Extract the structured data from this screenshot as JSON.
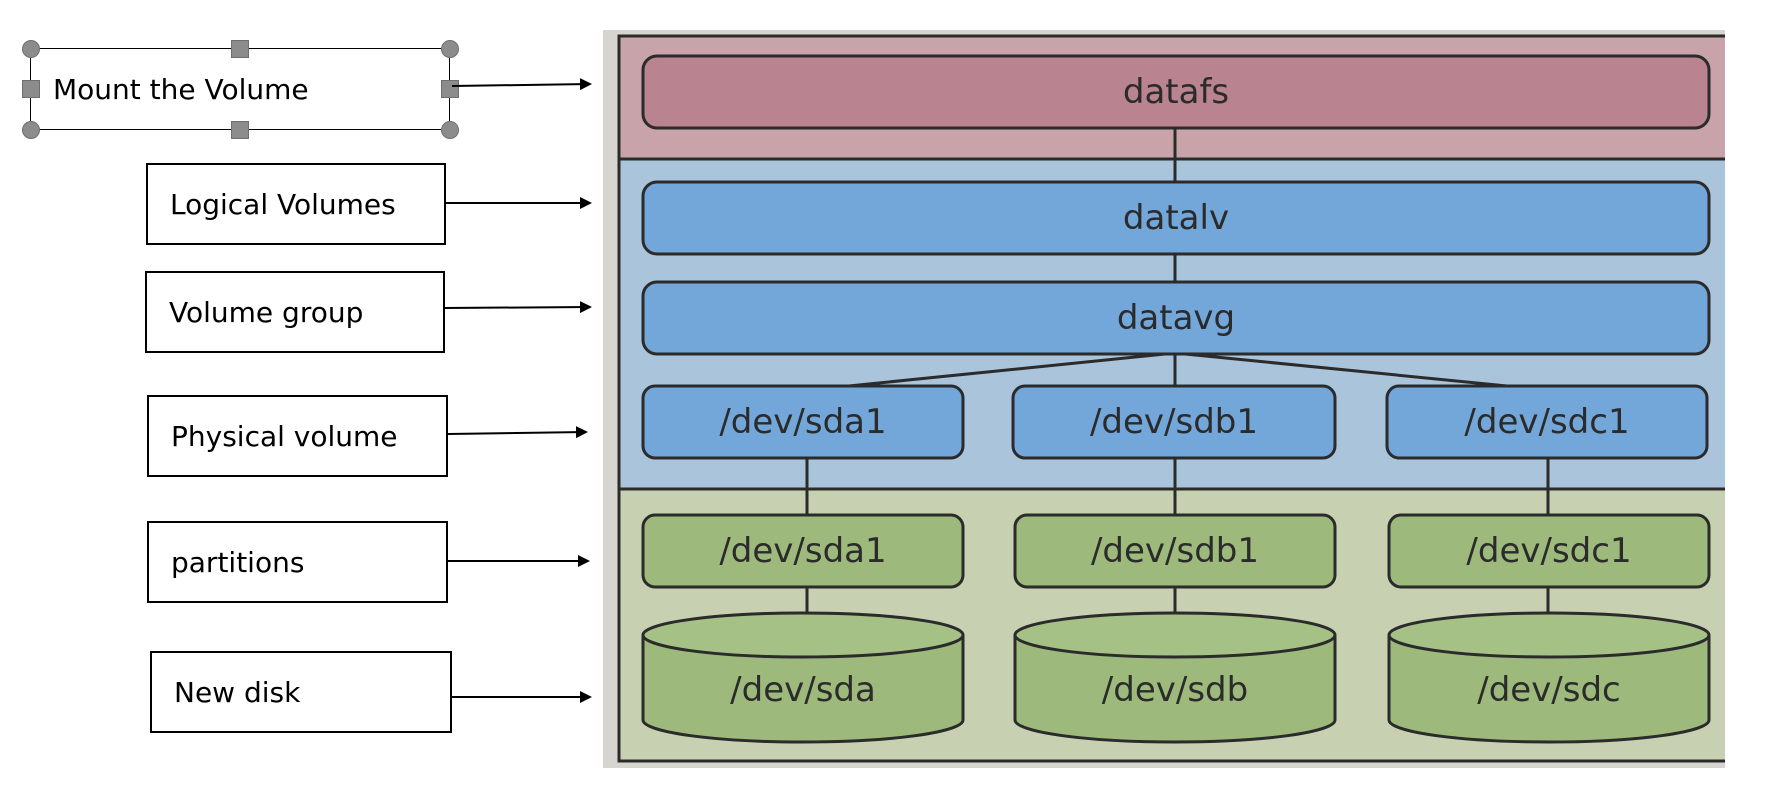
{
  "labels": {
    "mount": "Mount the Volume",
    "logical": "Logical Volumes",
    "volume_group": "Volume group",
    "physical": "Physical volume",
    "partitions": "partitions",
    "new_disk": "New disk"
  },
  "layers": {
    "filesystem": "datafs",
    "logical_volume": "datalv",
    "volume_group": "datavg",
    "physical_volumes": [
      "/dev/sda1",
      "/dev/sdb1",
      "/dev/sdc1"
    ],
    "partitions": [
      "/dev/sda1",
      "/dev/sdb1",
      "/dev/sdc1"
    ],
    "disks": [
      "/dev/sda",
      "/dev/sdb",
      "/dev/sdc"
    ]
  },
  "colors": {
    "filesystem_band": "#c9a3aa",
    "filesystem_node": "#b98390",
    "lvm_band": "#aac4dc",
    "lvm_node": "#73a6d9",
    "storage_band": "#c7d1b1",
    "storage_node": "#9dba7c"
  }
}
